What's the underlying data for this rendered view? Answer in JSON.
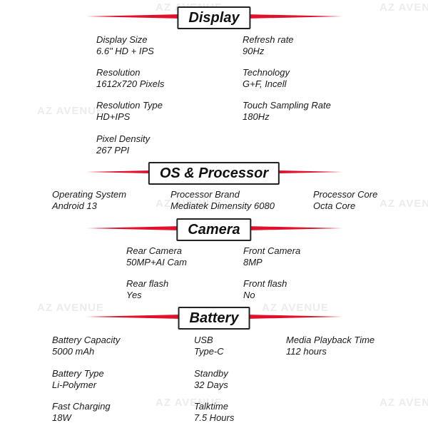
{
  "watermark": "AZ AVENUE",
  "colors": {
    "accent": "#e2112b",
    "text": "#1a1a1a"
  },
  "display": {
    "title": "Display",
    "items": [
      {
        "label": "Display Size",
        "value": "6.6\" HD + IPS"
      },
      {
        "label": "Refresh rate",
        "value": "90Hz"
      },
      {
        "label": "Resolution",
        "value": "1612x720 Pixels"
      },
      {
        "label": "Technology",
        "value": "G+F, Incell"
      },
      {
        "label": "Resolution Type",
        "value": "HD+IPS"
      },
      {
        "label": "Touch Sampling Rate",
        "value": "180Hz"
      },
      {
        "label": "Pixel Density",
        "value": "267 PPI"
      }
    ]
  },
  "os": {
    "title": "OS & Processor",
    "items": [
      {
        "label": "Operating System",
        "value": "Android 13"
      },
      {
        "label": "Processor Brand",
        "value": "Mediatek Dimensity 6080"
      },
      {
        "label": "Processor Core",
        "value": "Octa Core"
      }
    ]
  },
  "camera": {
    "title": "Camera",
    "items": [
      {
        "label": "Rear Camera",
        "value": "50MP+AI Cam"
      },
      {
        "label": "Front Camera",
        "value": "8MP"
      },
      {
        "label": "Rear flash",
        "value": "Yes"
      },
      {
        "label": "Front flash",
        "value": "No"
      }
    ]
  },
  "battery": {
    "title": "Battery",
    "items": [
      {
        "label": "Battery Capacity",
        "value": "5000 mAh"
      },
      {
        "label": "USB",
        "value": "Type-C"
      },
      {
        "label": "Media Playback Time",
        "value": "112 hours"
      },
      {
        "label": "Battery Type",
        "value": "Li-Polymer"
      },
      {
        "label": "Standby",
        "value": "32 Days"
      },
      {
        "label": "Fast Charging",
        "value": "18W"
      },
      {
        "label": "Talktime",
        "value": "7.5 Hours"
      }
    ]
  }
}
